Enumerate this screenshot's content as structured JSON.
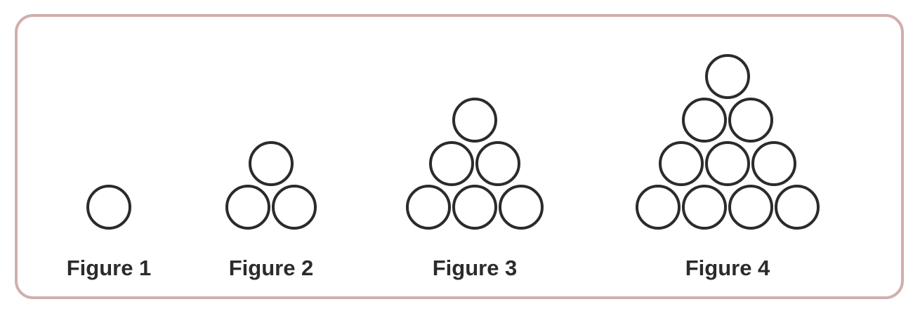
{
  "figures": [
    {
      "label": "Figure 1",
      "rows": 1
    },
    {
      "label": "Figure 2",
      "rows": 2
    },
    {
      "label": "Figure 3",
      "rows": 3
    },
    {
      "label": "Figure 4",
      "rows": 4
    }
  ],
  "colors": {
    "frame_border": "#d2aeae",
    "circle_stroke": "#2b2b2b",
    "label_text": "#2b2b2b"
  }
}
